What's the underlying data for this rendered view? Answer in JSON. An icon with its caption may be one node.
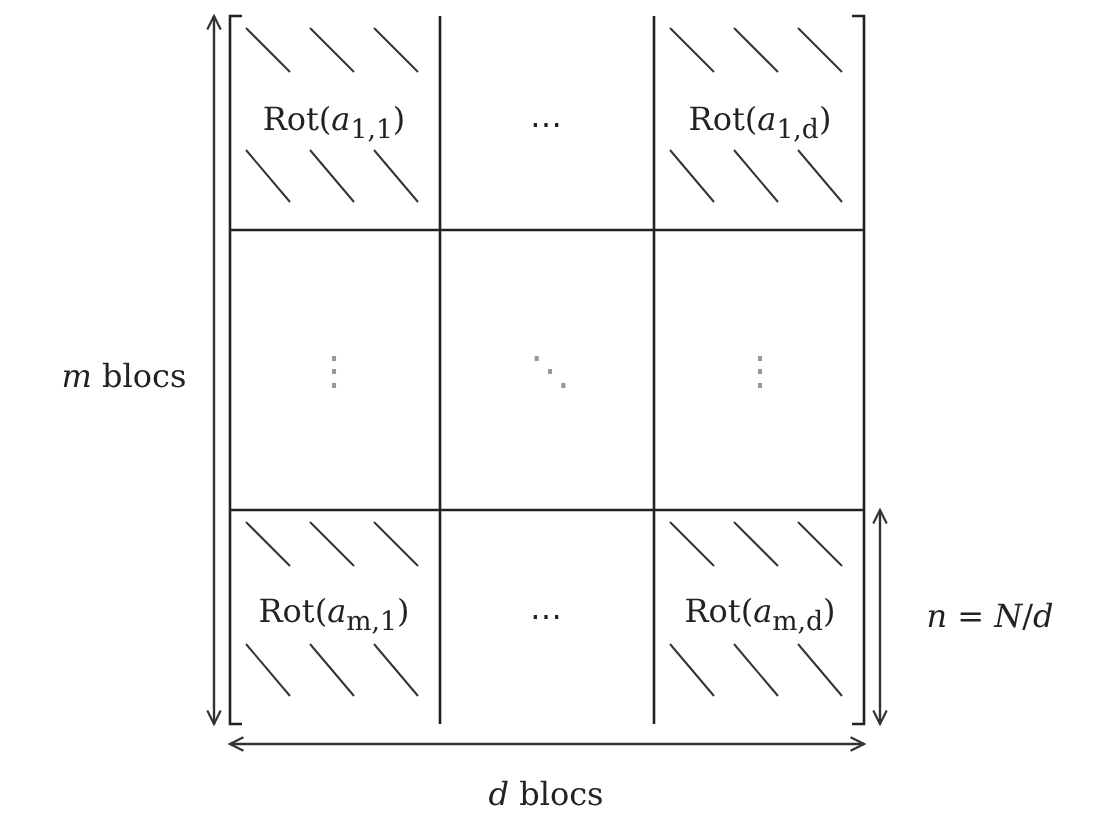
{
  "diagram": {
    "labels": [
      "Rot(*a*$_{1,1}$)",
      "⋯",
      "Rot(*a*$_{1,d}$)",
      "*m* blocs",
      "⋮",
      "⋱",
      "⋮",
      "Rot(*a*$_{m,1}$)",
      "⋯",
      "Rot(*a*$_{m,d}$)",
      "*n* = *N*/*d*",
      "*d* blocs"
    ]
  }
}
